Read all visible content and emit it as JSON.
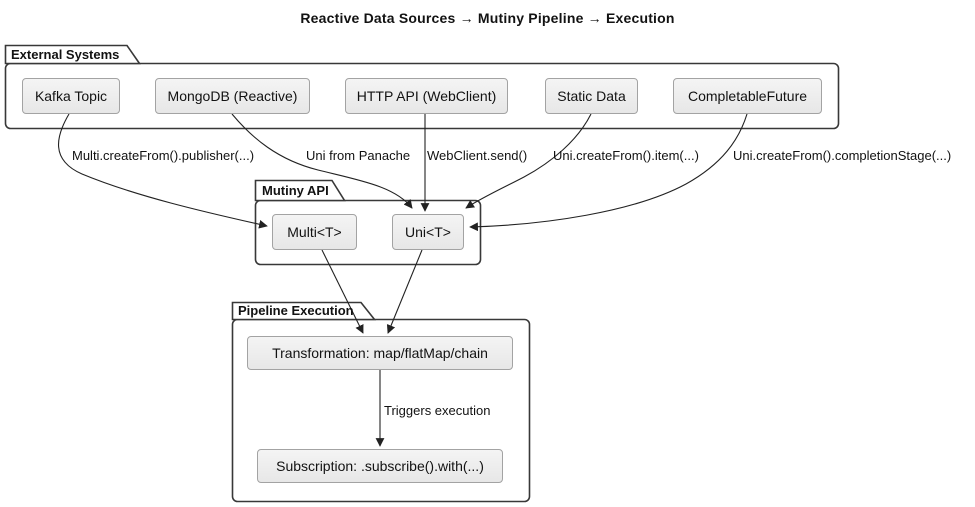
{
  "title": "Reactive Data Sources → Mutiny Pipeline → Execution",
  "packages": {
    "external": {
      "label": "External Systems"
    },
    "mutiny": {
      "label": "Mutiny API"
    },
    "pipeline": {
      "label": "Pipeline Execution"
    }
  },
  "nodes": {
    "kafka": {
      "label": "Kafka Topic"
    },
    "mongodb": {
      "label": "MongoDB (Reactive)"
    },
    "http": {
      "label": "HTTP API (WebClient)"
    },
    "static_data": {
      "label": "Static Data"
    },
    "completable_future": {
      "label": "CompletableFuture"
    },
    "multi": {
      "label": "Multi<T>"
    },
    "uni": {
      "label": "Uni<T>"
    },
    "transformation": {
      "label": "Transformation: map/flatMap/chain"
    },
    "subscription": {
      "label": "Subscription: .subscribe().with(...)"
    }
  },
  "edges": [
    {
      "from": "Kafka Topic",
      "to": "Multi<T>",
      "label": "Multi.createFrom().publisher(...)"
    },
    {
      "from": "MongoDB (Reactive)",
      "to": "Uni<T>",
      "label": "Uni from Panache"
    },
    {
      "from": "HTTP API (WebClient)",
      "to": "Uni<T>",
      "label": "WebClient.send()"
    },
    {
      "from": "Static Data",
      "to": "Uni<T>",
      "label": "Uni.createFrom().item(...)"
    },
    {
      "from": "CompletableFuture",
      "to": "Uni<T>",
      "label": "Uni.createFrom().completionStage(...)"
    },
    {
      "from": "Multi<T>",
      "to": "Transformation: map/flatMap/chain",
      "label": ""
    },
    {
      "from": "Uni<T>",
      "to": "Transformation: map/flatMap/chain",
      "label": ""
    },
    {
      "from": "Transformation: map/flatMap/chain",
      "to": "Subscription: .subscribe().with(...)",
      "label": "Triggers execution"
    }
  ],
  "colors": {
    "background": "#ffffff",
    "node_fill": "#eeeeee",
    "node_border": "#a3a3a3",
    "frame_border": "#383838",
    "edge_line": "#222222",
    "text": "#121212"
  }
}
